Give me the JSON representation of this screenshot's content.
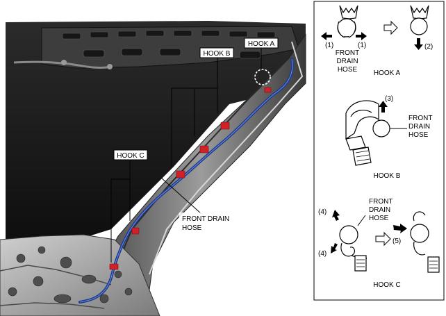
{
  "photo": {
    "callouts": {
      "hook_a": "HOOK A",
      "hook_b": "HOOK B",
      "hook_c": "HOOK C",
      "hose_line1": "FRONT DRAIN",
      "hose_line2": "HOSE"
    }
  },
  "detail_panel": {
    "hook_a": {
      "step_left": "(1)",
      "step_right": "(1)",
      "step_down": "(2)",
      "part_line1": "FRONT",
      "part_line2": "DRAIN",
      "part_line3": "HOSE",
      "caption": "HOOK A"
    },
    "hook_b": {
      "step_up": "(3)",
      "part_line1": "FRONT",
      "part_line2": "DRAIN",
      "part_line3": "HOSE",
      "caption": "HOOK B"
    },
    "hook_c": {
      "step_top": "(4)",
      "step_bottom": "(4)",
      "step_push": "(5)",
      "part_line1": "FRONT",
      "part_line2": "DRAIN",
      "part_line3": "HOSE",
      "caption": "HOOK C"
    }
  },
  "colors": {
    "hose": "#1f3a8c",
    "clip": "#d02028",
    "body_dark": "#1a1a1a",
    "body_mid": "#6e6e6e",
    "body_light": "#b9b9b9"
  }
}
